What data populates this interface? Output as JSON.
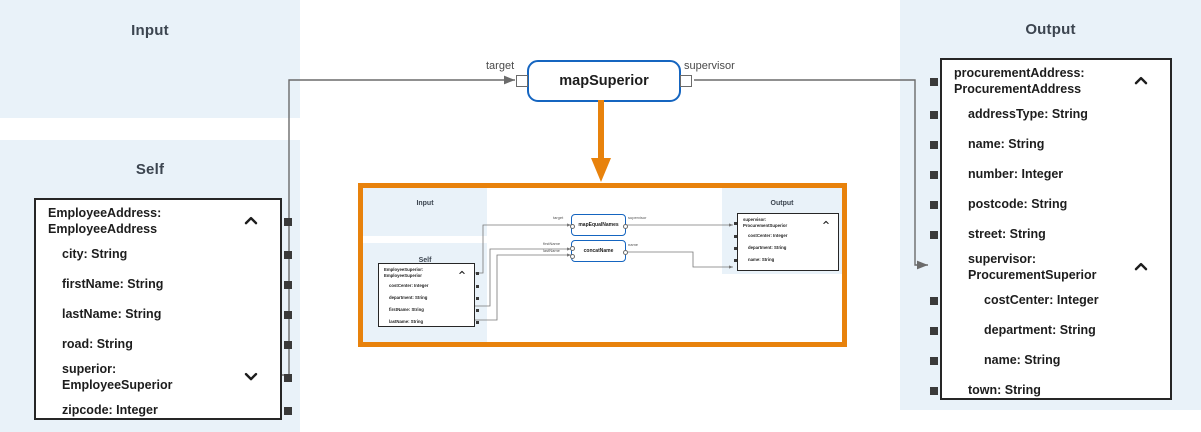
{
  "panels": {
    "input": {
      "title": "Input"
    },
    "self": {
      "title": "Self"
    },
    "output": {
      "title": "Output"
    }
  },
  "colors": {
    "panel_background": "#e9f2f9",
    "node_border": "#1565c0",
    "highlight": "#e8820c",
    "wire": "#6b6b6b",
    "box_border": "#262626"
  },
  "self_schema": {
    "name": "self-employee-address-schema",
    "fields": [
      {
        "label": "EmployeeAddress:\nEmployeeAddress",
        "indent": 0,
        "chevron": "chevron-up",
        "port": true
      },
      {
        "label": "city: String",
        "indent": 1,
        "chevron": "",
        "port": true
      },
      {
        "label": "firstName: String",
        "indent": 1,
        "chevron": "",
        "port": true
      },
      {
        "label": "lastName: String",
        "indent": 1,
        "chevron": "",
        "port": true
      },
      {
        "label": "road: String",
        "indent": 1,
        "chevron": "",
        "port": true
      },
      {
        "label": "superior:\nEmployeeSuperior",
        "indent": 1,
        "chevron": "chevron-down",
        "port": true
      },
      {
        "label": "zipcode: Integer",
        "indent": 1,
        "chevron": "",
        "port": true
      }
    ]
  },
  "output_schema": {
    "name": "output-procurement-address-schema",
    "fields": [
      {
        "label": "procurementAddress:\nProcurementAddress",
        "indent": 0,
        "chevron": "chevron-up",
        "port": true
      },
      {
        "label": "addressType: String",
        "indent": 1,
        "chevron": "",
        "port": true
      },
      {
        "label": "name: String",
        "indent": 1,
        "chevron": "",
        "port": true
      },
      {
        "label": "number: Integer",
        "indent": 1,
        "chevron": "",
        "port": true
      },
      {
        "label": "postcode: String",
        "indent": 1,
        "chevron": "",
        "port": true
      },
      {
        "label": "street: String",
        "indent": 1,
        "chevron": "",
        "port": true
      },
      {
        "label": "supervisor:\nProcurementSuperior",
        "indent": 1,
        "chevron": "chevron-up",
        "port": false
      },
      {
        "label": "costCenter: Integer",
        "indent": 2,
        "chevron": "",
        "port": true
      },
      {
        "label": "department: String",
        "indent": 2,
        "chevron": "",
        "port": true
      },
      {
        "label": "name: String",
        "indent": 2,
        "chevron": "",
        "port": true
      },
      {
        "label": "town: String",
        "indent": 1,
        "chevron": "",
        "port": true
      }
    ]
  },
  "main_node": {
    "label": "mapSuperior",
    "input_port_label": "target",
    "output_port_label": "supervisor"
  },
  "inset": {
    "panels": {
      "input": {
        "title": "Input"
      },
      "self": {
        "title": "Self"
      },
      "output": {
        "title": "Output"
      }
    },
    "self_schema": {
      "fields": [
        {
          "label": "EmployeeSuperior:\nEmployeeSuperior",
          "indent": 0,
          "chevron": "chevron-up"
        },
        {
          "label": "costCenter: Integer",
          "indent": 1,
          "chevron": ""
        },
        {
          "label": "department: String",
          "indent": 1,
          "chevron": ""
        },
        {
          "label": "firstName: String",
          "indent": 1,
          "chevron": ""
        },
        {
          "label": "lastName: String",
          "indent": 1,
          "chevron": ""
        }
      ]
    },
    "output_schema": {
      "fields": [
        {
          "label": "supervisor:\nProcurementSuperior",
          "indent": 0,
          "chevron": "chevron-up"
        },
        {
          "label": "costCenter: Integer",
          "indent": 1,
          "chevron": ""
        },
        {
          "label": "department: String",
          "indent": 1,
          "chevron": ""
        },
        {
          "label": "name: String",
          "indent": 1,
          "chevron": ""
        }
      ]
    },
    "nodes": [
      {
        "label": "mapEqualNames",
        "inputs": [
          "target"
        ],
        "output": "supervisor"
      },
      {
        "label": "concatName",
        "inputs": [
          "firstName",
          "lastName"
        ],
        "output": "name"
      }
    ]
  }
}
